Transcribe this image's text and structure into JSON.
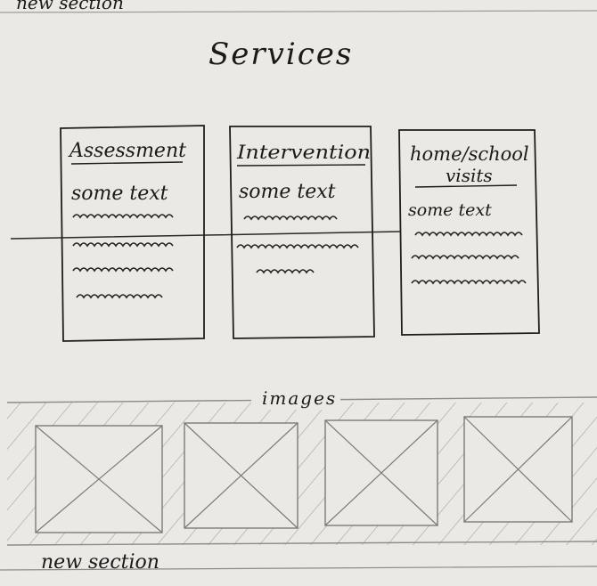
{
  "top_section_label": "new section",
  "heading": "Services",
  "cards": [
    {
      "title": "Assessment",
      "body": "some text"
    },
    {
      "title": "Intervention",
      "body": "some text"
    },
    {
      "title": "home/school visits",
      "title_line1": "home/school",
      "title_line2": "visits",
      "body": "some text"
    }
  ],
  "images_label": "images",
  "image_placeholder_count": 4,
  "bottom_section_label": "new section",
  "colors": {
    "paper": "#ebe9e4",
    "ink": "#1e1e1e",
    "pencil": "#8c8c8c"
  }
}
